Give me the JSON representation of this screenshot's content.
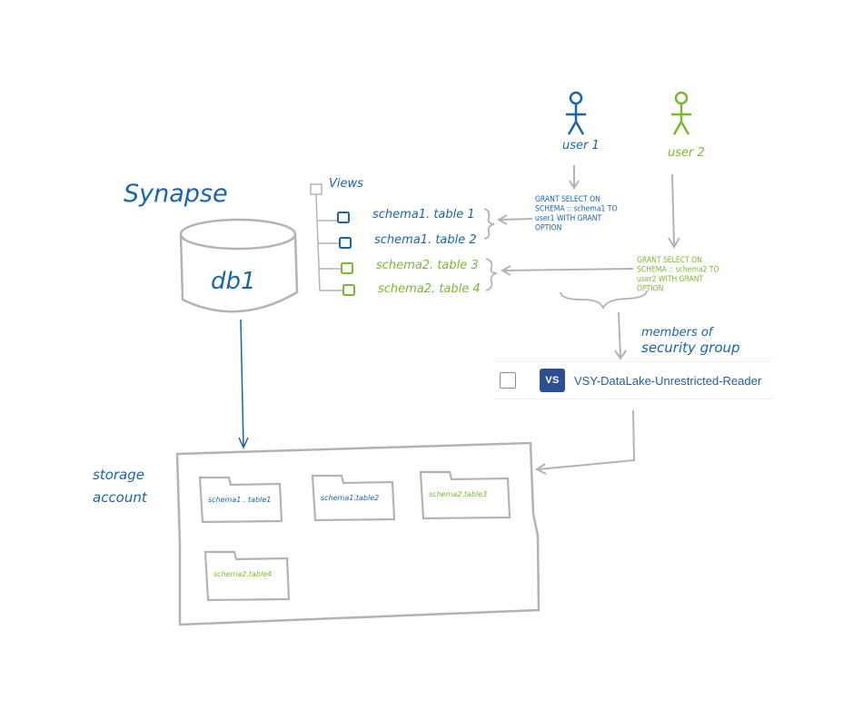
{
  "colors": {
    "blue": "#1a64ad",
    "green": "#7cb82f",
    "gray": "#b3b3b3"
  },
  "synapse_label": "Synapse",
  "db_label": "db1",
  "views_label": "Views",
  "views": [
    {
      "label": "schema1. table 1",
      "group": "blue"
    },
    {
      "label": "schema1. table 2",
      "group": "blue"
    },
    {
      "label": "schema2. table 3",
      "group": "green"
    },
    {
      "label": "schema2. table 4",
      "group": "green"
    }
  ],
  "users": [
    {
      "label": "user 1",
      "group": "blue",
      "icon": "stick-figure-icon"
    },
    {
      "label": "user 2",
      "group": "green",
      "icon": "stick-figure-icon"
    }
  ],
  "grants": [
    {
      "lines": [
        "GRANT SELECT ON",
        "SCHEMA :: schema1 TO",
        "user1 WITH GRANT",
        "OPTION"
      ],
      "group": "blue"
    },
    {
      "lines": [
        "GRANT SELECT ON",
        "SCHEMA :: schema2 TO",
        "user2 WITH GRANT",
        "OPTION"
      ],
      "group": "green"
    }
  ],
  "members_label": [
    "members of",
    "security group"
  ],
  "security_group": {
    "badge": "VS",
    "name": "VSY-DataLake-Unrestricted-Reader"
  },
  "storage_label": [
    "storage",
    "account"
  ],
  "folders": [
    {
      "label": "schema1 . table1",
      "group": "blue"
    },
    {
      "label": "schema1.table2",
      "group": "blue"
    },
    {
      "label": "schema2.table3",
      "group": "green"
    },
    {
      "label": "schema2.table4",
      "group": "green"
    }
  ]
}
